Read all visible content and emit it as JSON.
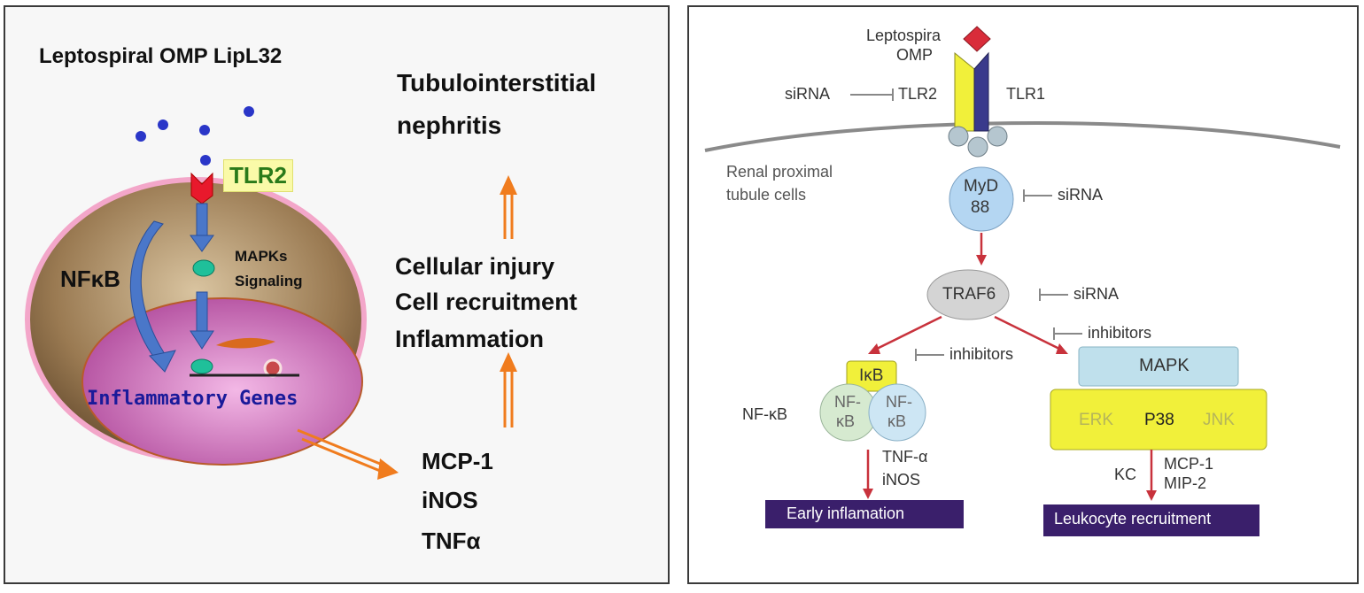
{
  "left_panel": {
    "title": "Leptospiral OMP LipL32",
    "receptor": "TLR2",
    "nfkb": "NFκB",
    "mapks_line1": "MAPKs",
    "mapks_line2": "Signaling",
    "genes": "Inflammatory Genes",
    "outcome_line1": "Tubulointerstitial",
    "outcome_line2": "nephritis",
    "effects": [
      "Cellular injury",
      "Cell recruitment",
      "Inflammation"
    ],
    "products": [
      "MCP-1",
      "iNOS",
      "TNFα"
    ]
  },
  "right_panel": {
    "ligand_line1": "Leptospira",
    "ligand_line2": "OMP",
    "sirna_tlr2": "siRNA",
    "tlr2": "TLR2",
    "tlr1": "TLR1",
    "cell_line1": "Renal proximal",
    "cell_line2": "tubule cells",
    "myd_line1": "MyD",
    "myd_line2": "88",
    "sirna_myd": "siRNA",
    "traf6": "TRAF6",
    "sirna_traf": "siRNA",
    "inhibitors_left": "inhibitors",
    "inhibitors_right": "inhibitors",
    "ikb": "IκB",
    "nfkb_label": "NF-κB",
    "nfkb_a_line1": "NF-",
    "nfkb_a_line2": "κB",
    "nfkb_b_line1": "NF-",
    "nfkb_b_line2": "κB",
    "tnf": "TNF-α",
    "inos": "iNOS",
    "early": "Early inflamation",
    "mapk": "MAPK",
    "erk": "ERK",
    "p38": "P38",
    "jnk": "JNK",
    "kc": "KC",
    "mcp1": "MCP-1",
    "mip2": "MIP-2",
    "leukocyte": "Leukocyte recruitment"
  },
  "colors": {
    "membrane_pink": "#f3a6c9",
    "cell_brown": "#8c6a45",
    "nucleus_magenta": "#c76ab5",
    "arrow_orange": "#f07c1e",
    "arrow_blue": "#4a77c9",
    "arrow_red": "#c8323c",
    "tlr_yellow": "#f1f03a",
    "tlr_navy": "#3a3a8c",
    "box_purple": "#3a1f6b"
  }
}
